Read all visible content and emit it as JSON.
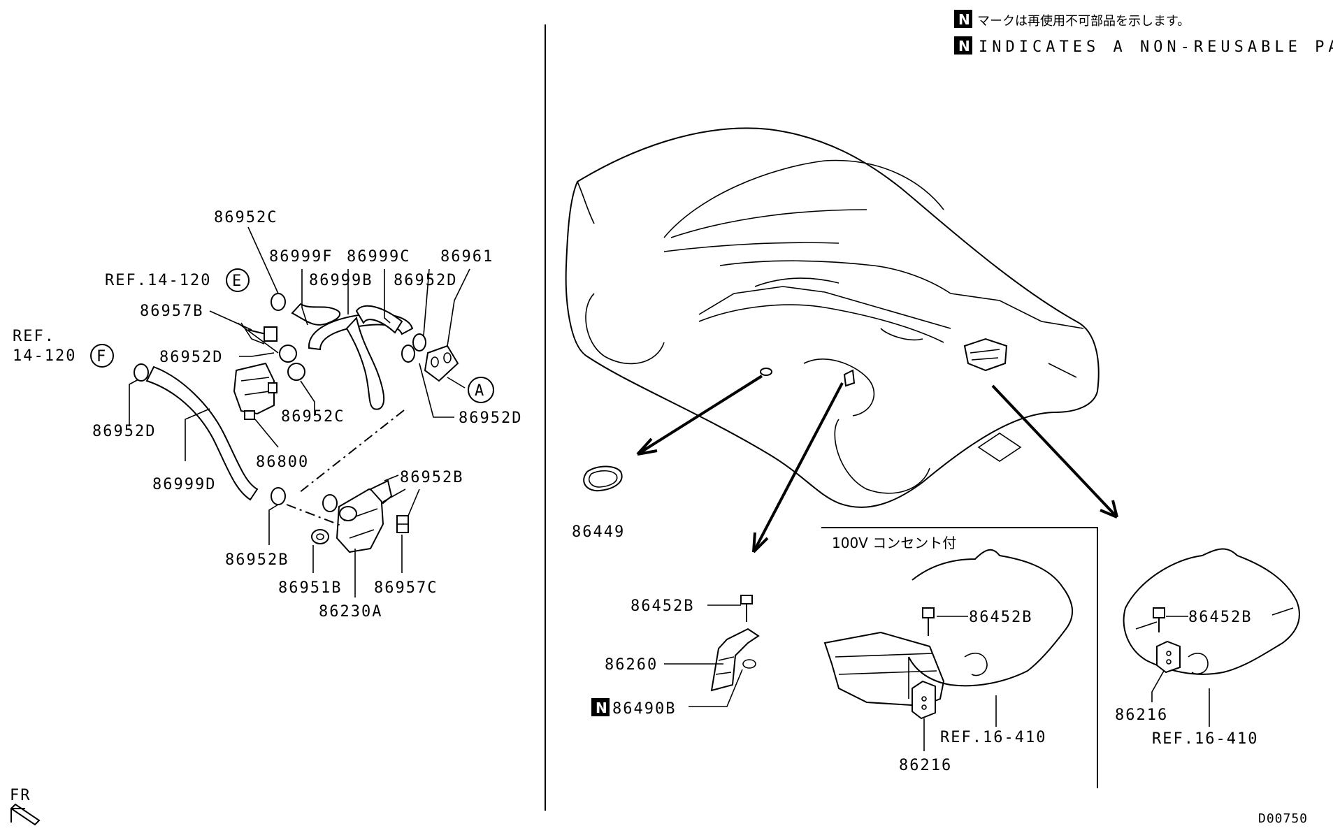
{
  "notice": {
    "badge": "N",
    "japanese": "マークは再使用不可部品を示します。",
    "english": "INDICATES A NON-REUSABLE PART."
  },
  "left_panel": {
    "labels": {
      "p86952C_top": "86952C",
      "p86999F": "86999F",
      "p86999C": "86999C",
      "p86961": "86961",
      "p86999B": "86999B",
      "p86952D_right": "86952D",
      "ref_e": "REF.14-120",
      "circle_e": "E",
      "p86957B": "86957B",
      "ref_f_line1": "REF.",
      "ref_f_line2": "14-120",
      "circle_f": "F",
      "p86952D_mid": "86952D",
      "circle_a": "A",
      "p86952C_mid": "86952C",
      "p86952D_low": "86952D",
      "p86952D_left": "86952D",
      "p86800": "86800",
      "p86999D": "86999D",
      "p86952B_right": "86952B",
      "p86952B_left": "86952B",
      "p86951B": "86951B",
      "p86957C": "86957C",
      "p86230A": "86230A",
      "fr": "FR"
    }
  },
  "right_panel": {
    "labels": {
      "p86449": "86449",
      "p86452B_a": "86452B",
      "p86260": "86260",
      "n_badge": "N",
      "p86490B": "86490B",
      "box_title": "100V コンセント付",
      "p86452B_b": "86452B",
      "ref_b": "REF.16-410",
      "p86216_b": "86216",
      "p86452B_c": "86452B",
      "p86216_c": "86216",
      "ref_c": "REF.16-410"
    }
  },
  "diagram_code": "D00750"
}
